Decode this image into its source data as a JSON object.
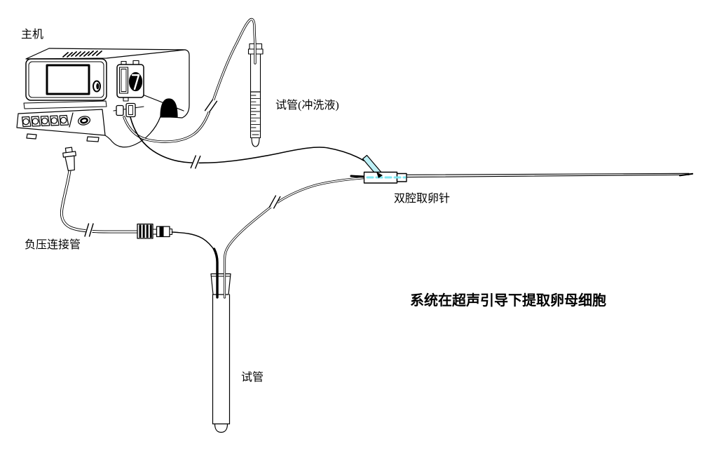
{
  "diagram": {
    "labels": {
      "main_unit": "主机",
      "flush_tube": "试管(冲洗液)",
      "needle": "双腔取卵针",
      "vacuum_tube": "负压连接管",
      "collection_tube": "试管",
      "caption": "系统在超声引导下提取卵母细胞"
    },
    "colors": {
      "line": "#000000",
      "background": "#ffffff",
      "needle_lumen_accent": "#7ee6f0"
    }
  }
}
